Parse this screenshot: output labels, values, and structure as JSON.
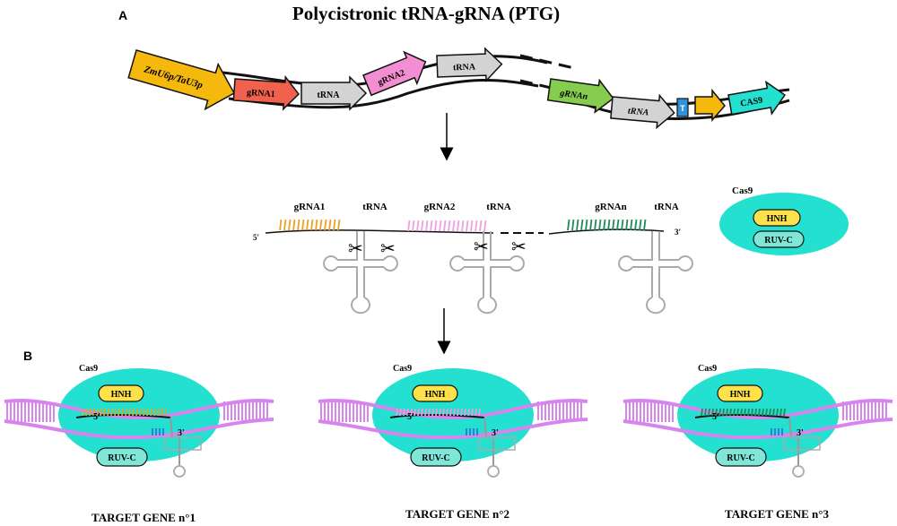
{
  "panel_a": {
    "letter": "A",
    "title": "Polycistronic tRNA-gRNA (PTG)",
    "construct": {
      "promoter": "ZmU6p/TaU3p",
      "grna1": "gRNA1",
      "trna1": "tRNA",
      "grna2": "gRNA2",
      "trna2": "tRNA",
      "grnan": "gRNAn",
      "trna3": "tRNA",
      "terminator": "T",
      "cas9": "CAS9"
    },
    "transcript": {
      "five_prime": "5'",
      "three_prime": "3'",
      "labels": [
        "gRNA1",
        "tRNA",
        "gRNA2",
        "tRNA",
        "gRNAn",
        "tRNA"
      ]
    },
    "cas9_protein": {
      "title": "Cas9",
      "hnh": "HNH",
      "ruvc": "RUV-C"
    }
  },
  "panel_b": {
    "letter": "B",
    "complexes": [
      {
        "cas9": "Cas9",
        "hnh": "HNH",
        "ruvc": "RUV-C",
        "five_prime": "5'",
        "three_prime": "3'",
        "target": "TARGET GENE n°1"
      },
      {
        "cas9": "Cas9",
        "hnh": "HNH",
        "ruvc": "RUV-C",
        "five_prime": "5'",
        "three_prime": "3'",
        "target": "TARGET GENE n°2"
      },
      {
        "cas9": "Cas9",
        "hnh": "HNH",
        "ruvc": "RUV-C",
        "five_prime": "5'",
        "three_prime": "3'",
        "target": "TARGET GENE n°3"
      }
    ]
  },
  "colors": {
    "promoter": "#f5b80c",
    "grna1": "#f0624d",
    "trna": "#d3d3d3",
    "grna2": "#f48ed3",
    "grnan": "#86cc4e",
    "terminator": "#2f92dc",
    "cas9": "#23e0d0",
    "hnh": "#ffe14a",
    "dna": "#d884ee",
    "spacer1": "#f0a020",
    "spacer2": "#f0a0e0",
    "spacern": "#1f8a5a"
  },
  "icons": [
    "scissors-icon",
    "down-arrow-icon",
    "trna-cloverleaf-icon"
  ]
}
